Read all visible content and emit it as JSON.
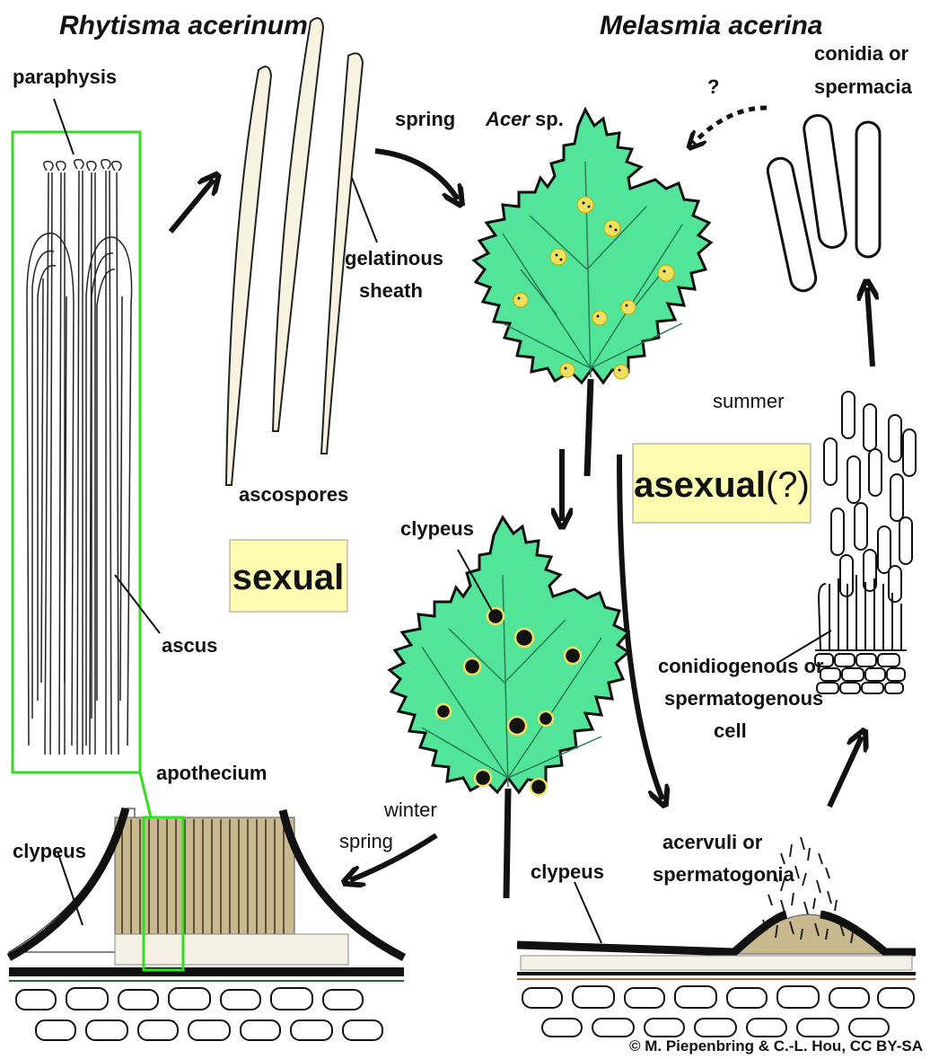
{
  "titles": {
    "sexual_species": "Rhytisma acerinum",
    "asexual_species": "Melasmia acerina"
  },
  "labels": {
    "paraphysis": "paraphysis",
    "ascus": "ascus",
    "ascospores": "ascospores",
    "gelatinous_line1": "gelatinous",
    "gelatinous_line2": "sheath",
    "spring_top": "spring",
    "host_genus": "Acer",
    "host_sp": " sp.",
    "clypeus_leaf": "clypeus",
    "apothecium": "apothecium",
    "clypeus_left": "clypeus",
    "winter": "winter",
    "spring_bottom": "spring",
    "question": "?",
    "conidia_line1": "conidia or",
    "conidia_line2": "spermacia",
    "summer": "summer",
    "conidiogenous_line1": "conidiogenous or",
    "conidiogenous_line2": "spermatogenous",
    "conidiogenous_line3": "cell",
    "acervuli_line1": "acervuli or",
    "acervuli_line2": "spermatogonia",
    "clypeus_right": "clypeus"
  },
  "boxes": {
    "sexual": "sexual",
    "asexual_word": "asexual",
    "asexual_q": "(?)"
  },
  "credit": "© M. Piepenbring & C.-L. Hou, CC BY-SA",
  "colors": {
    "leaf": "#52e59a",
    "box": "#fffbb0",
    "highlight": "#33dd22",
    "spot": "#f0e060",
    "tissue": "#c9b98f"
  }
}
